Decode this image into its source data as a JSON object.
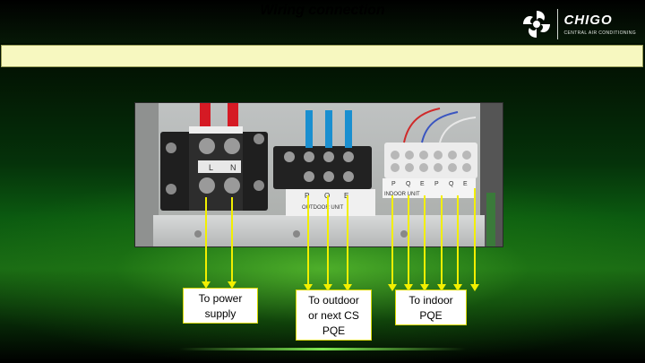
{
  "brand": {
    "name": "CHIGO",
    "tagline": "CENTRAL AIR CONDITIONING",
    "logo_icon": "chigo-swirl-logo-icon"
  },
  "slide": {
    "title": "Wiring connection"
  },
  "photo": {
    "description_icon": "terminal-block-photo",
    "terminal_power": {
      "labels": [
        "L",
        "N"
      ]
    },
    "terminal_outdoor": {
      "labels": [
        "P",
        "Q",
        "E"
      ],
      "caption": "OUTDOOR UNIT"
    },
    "terminal_indoor": {
      "labels": [
        "P",
        "Q",
        "E",
        "P",
        "Q",
        "E"
      ],
      "caption": "INDOOR UNIT"
    }
  },
  "labels": {
    "power": "To power\nsupply",
    "outdoor": "To outdoor\nor next CS\nPQE",
    "indoor": "To indoor\nPQE"
  },
  "colors": {
    "wire": "#f2ef00",
    "title_bg": "#f7f8c0",
    "accent_green": "#3cb030"
  }
}
